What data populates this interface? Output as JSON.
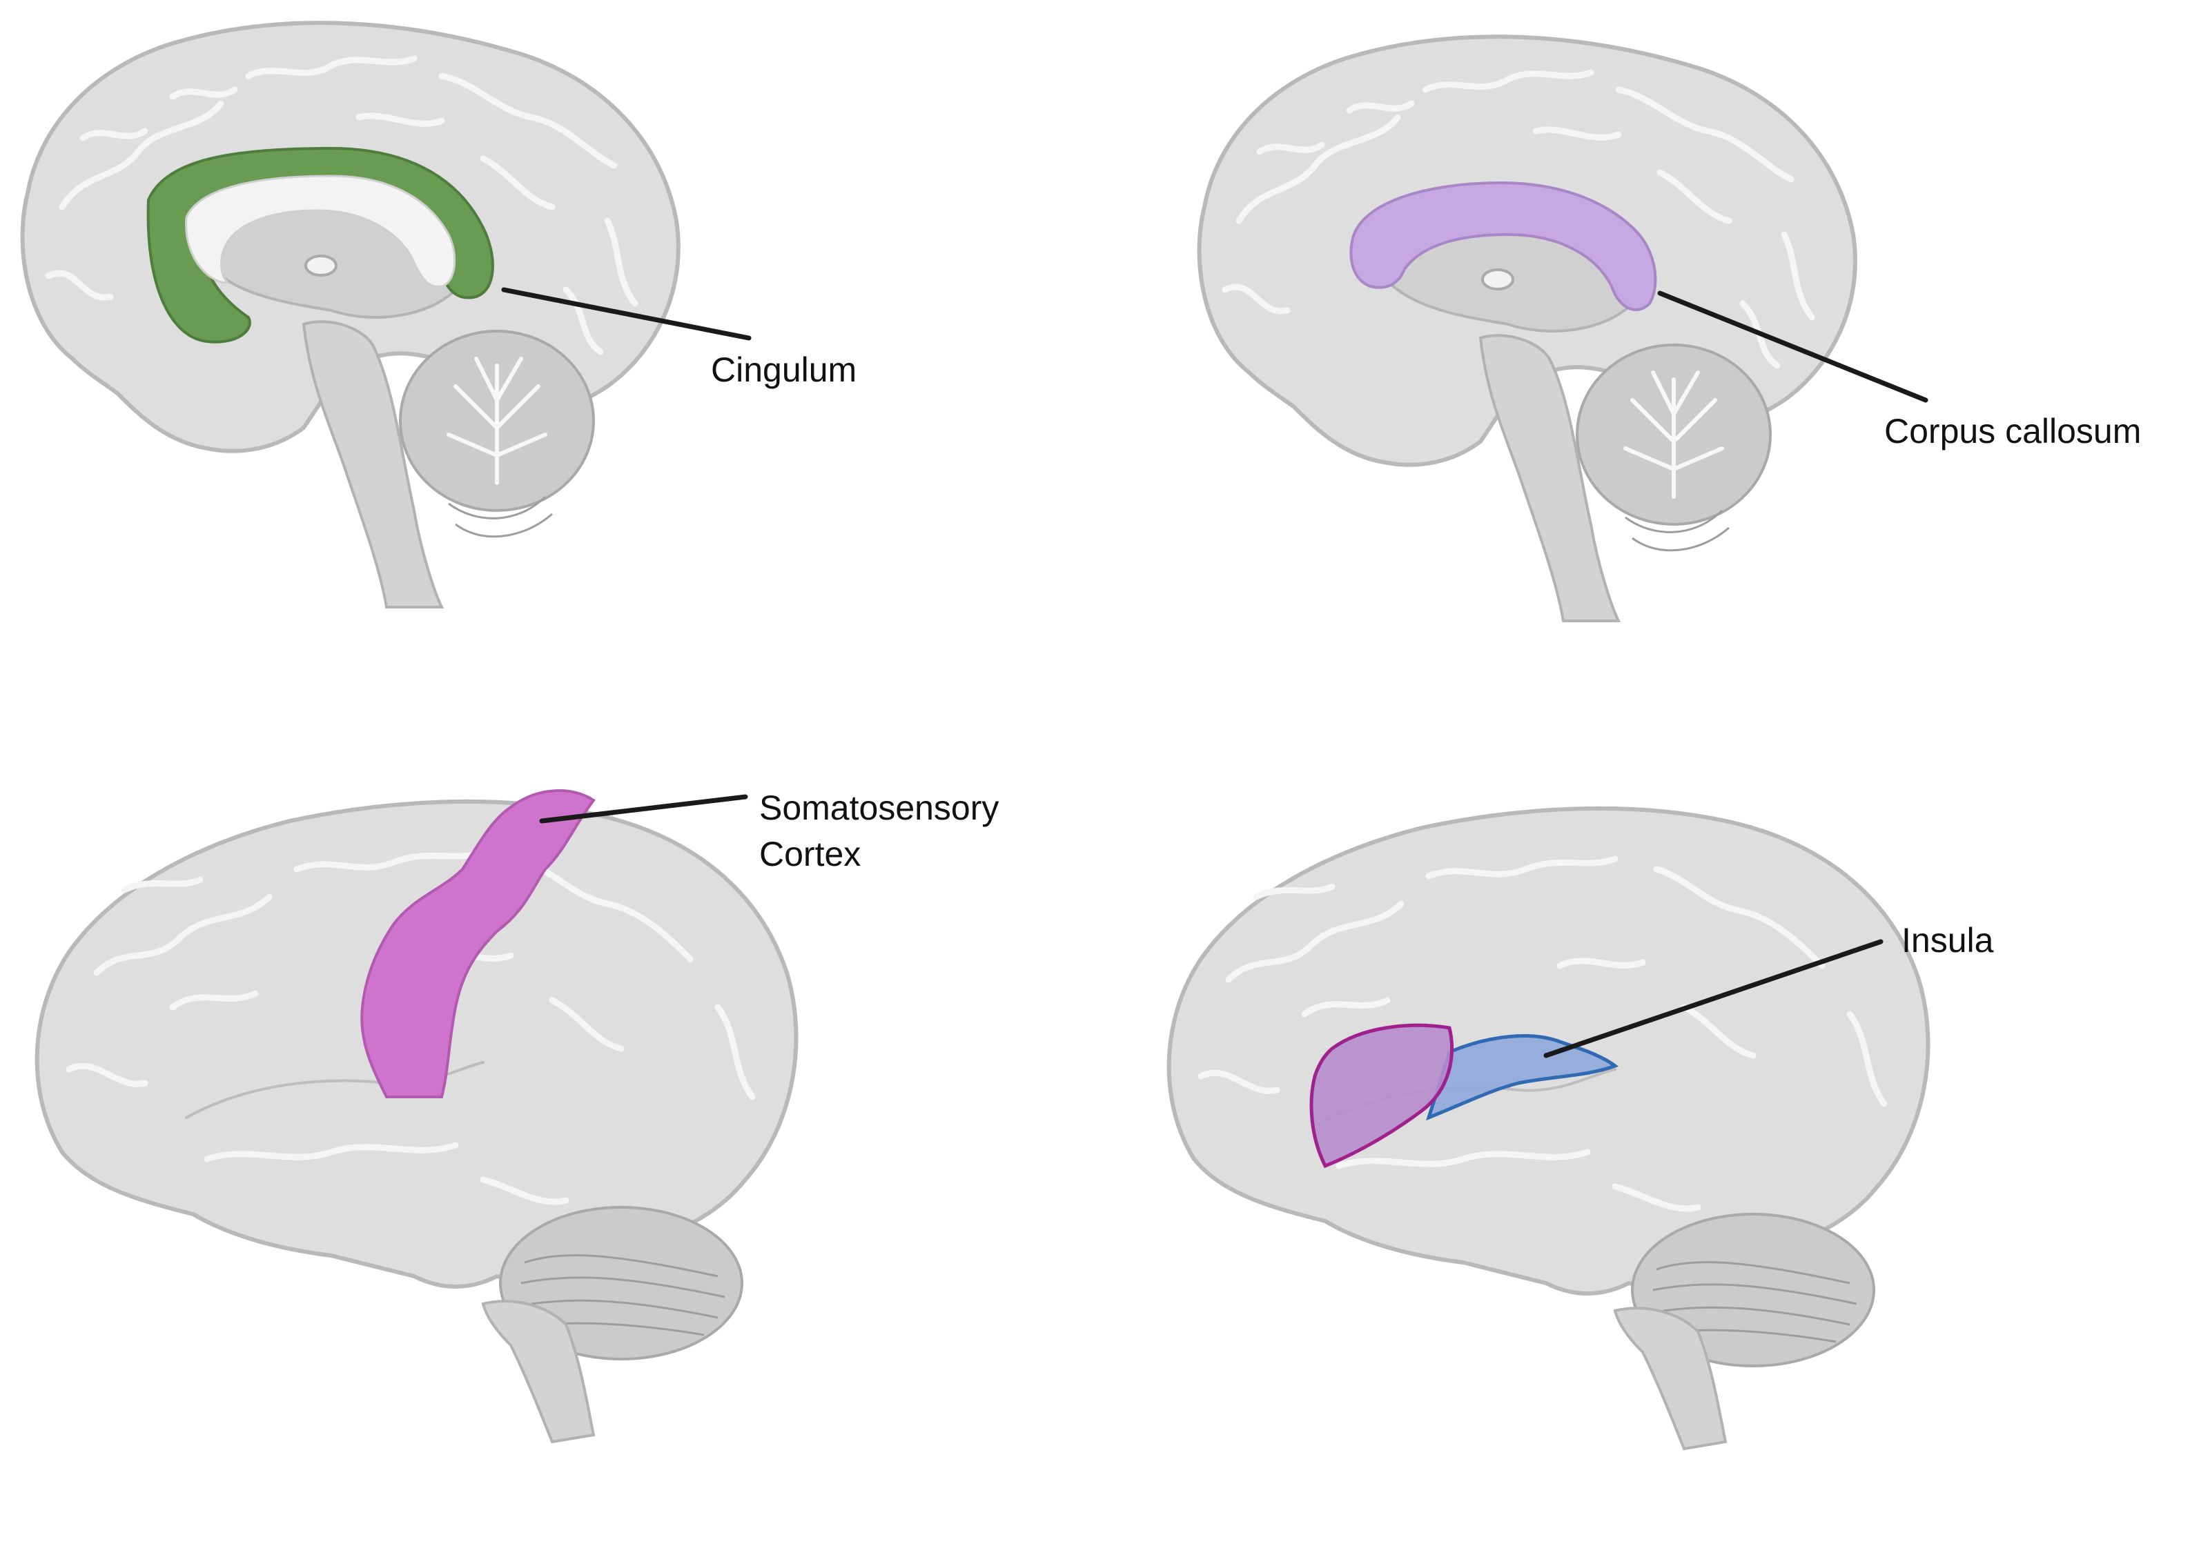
{
  "labels": {
    "cingulum": "Cingulum",
    "corpus_callosum": "Corpus callosum",
    "somatosensory_line1": "Somatosensory",
    "somatosensory_line2": "Cortex",
    "insula": "Insula"
  },
  "colors": {
    "brain_fill": "#dedede",
    "cingulum": "#6a9b52",
    "corpus_callosum": "#c8a8e2",
    "somatosensory": "#cf74cd",
    "insula_front": "#b58ccc",
    "insula_back": "#8fa9dc",
    "insula_outline_front": "#a0208e",
    "insula_outline_back": "#2f6ab3"
  },
  "icons": [
    "sagittal-brain-icon",
    "lateral-brain-icon"
  ]
}
